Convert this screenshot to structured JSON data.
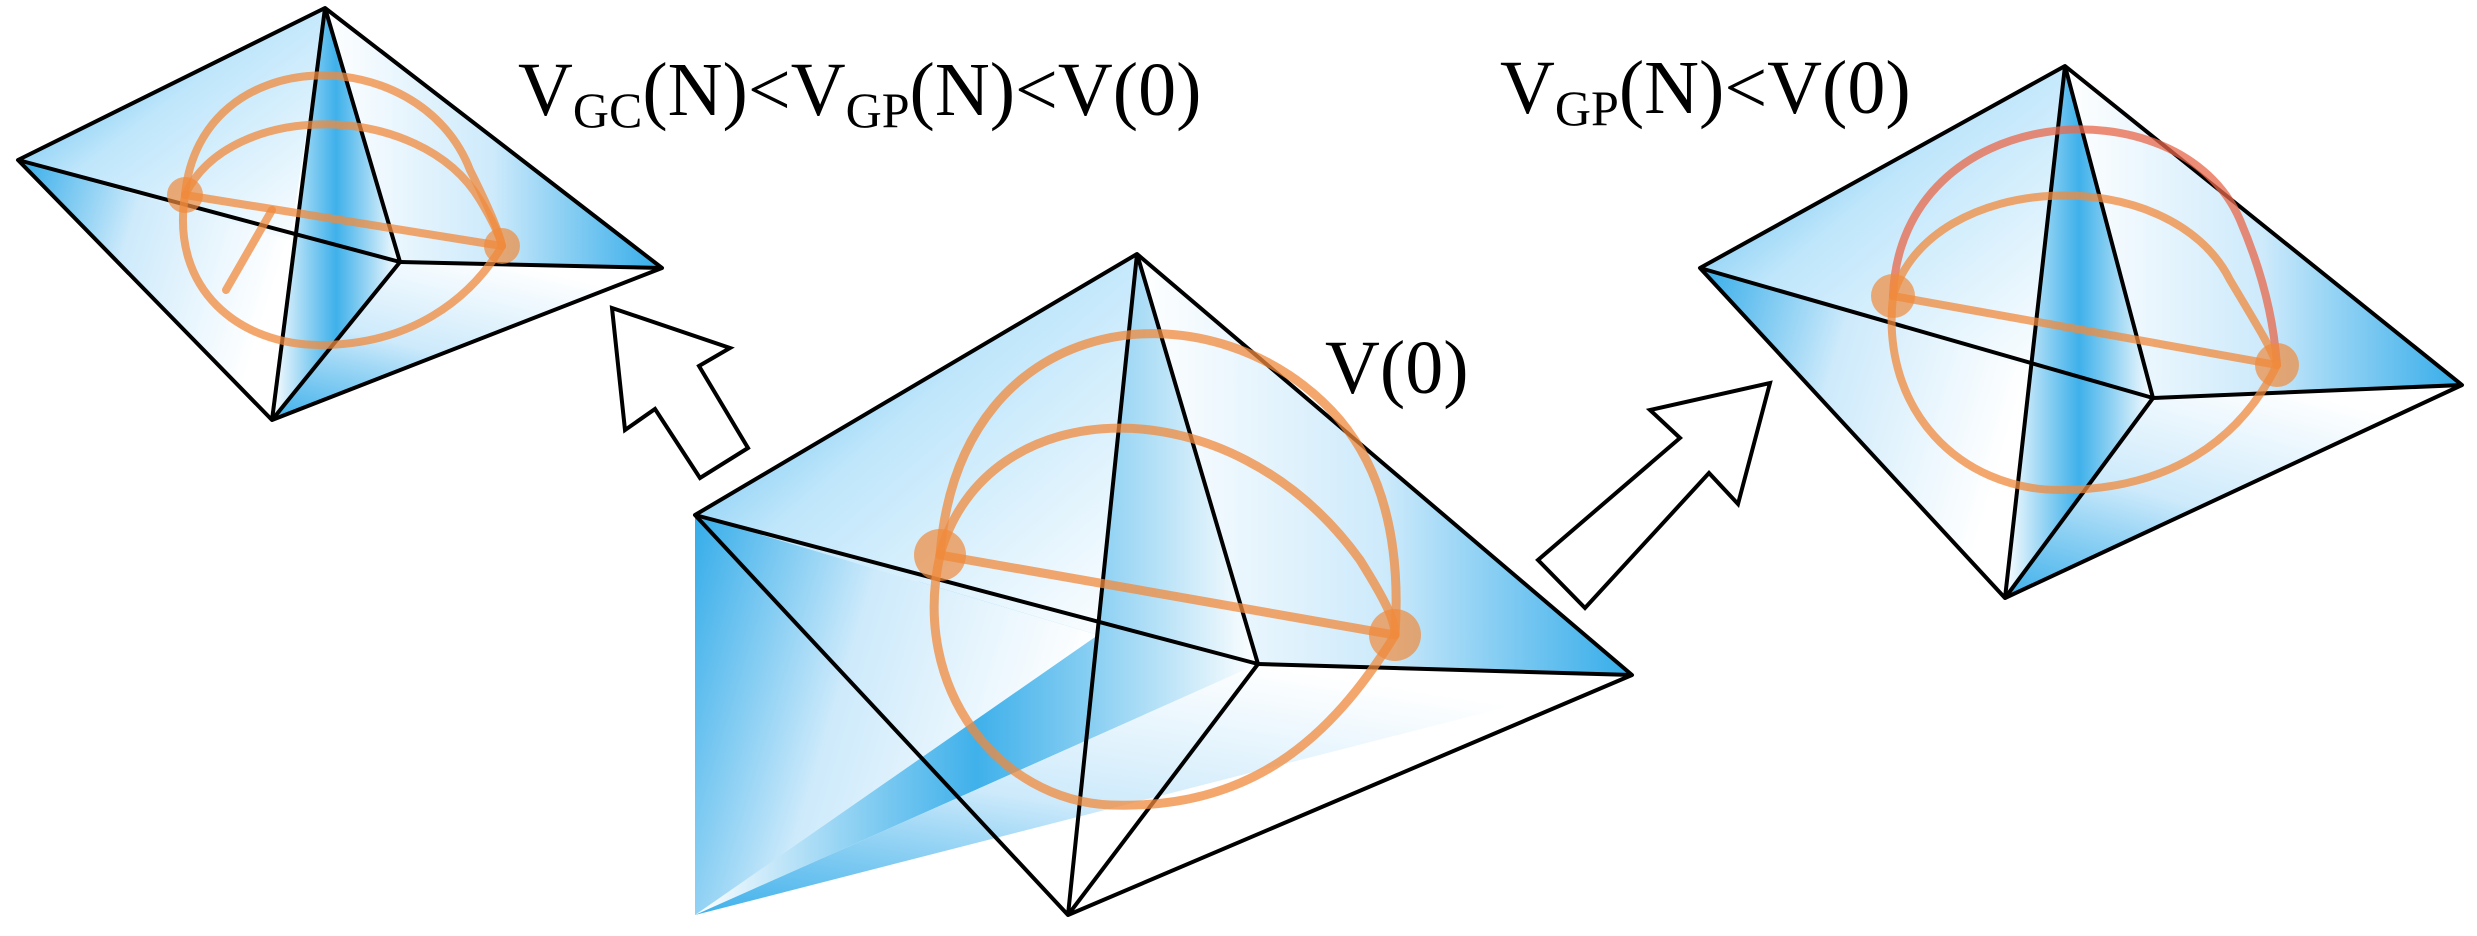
{
  "labels": {
    "left": {
      "v1": "V",
      "s1": "GC",
      "p1": "(N)<",
      "v2": "V",
      "s2": "GP",
      "p2": "(N)<V(0)"
    },
    "center": {
      "text": "V(0)"
    },
    "right": {
      "v1": "V",
      "s1": "GP",
      "p1": "(N)<V(0)"
    }
  },
  "colors": {
    "edge": "#000000",
    "face_blue": "#2aa8e8",
    "face_white": "#ffffff",
    "curve": "#f08a3c",
    "node": "#f08a3c",
    "arrow_fill": "#ffffff",
    "arrow_stroke": "#000000"
  }
}
